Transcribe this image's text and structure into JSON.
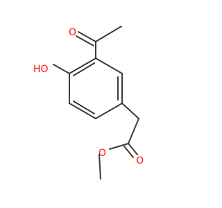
{
  "molecule": {
    "labels": {
      "ketone_oxygen": "O",
      "hydroxyl": "HO",
      "ester_carbonyl_oxygen": "O",
      "ester_ether_oxygen": "O"
    },
    "colors": {
      "bond": "#3a3a3a",
      "oxygen": "#ff0d0d",
      "background": "#ffffff"
    }
  }
}
